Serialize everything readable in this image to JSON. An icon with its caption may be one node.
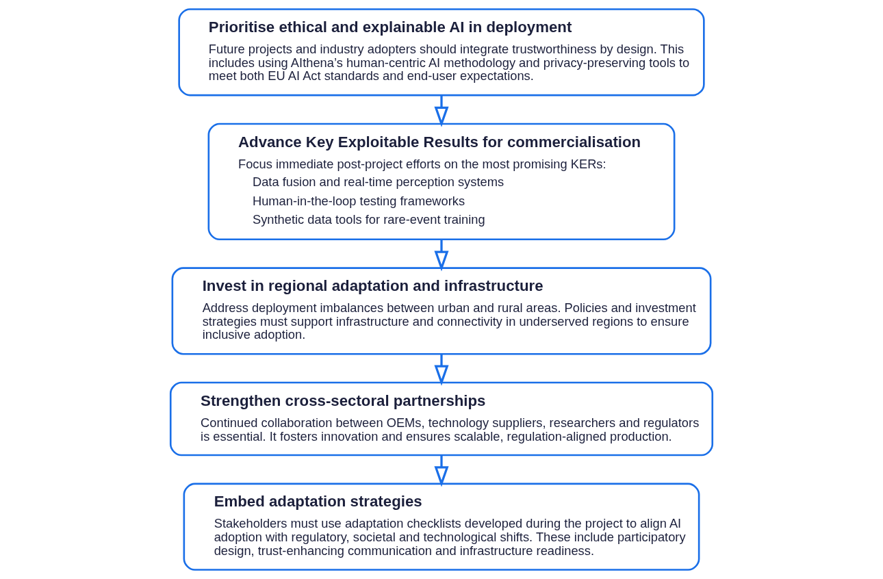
{
  "diagram": {
    "nodes": [
      {
        "text": [
          "Prioritise ethical and explainable AI in deployment",
          "Future projects and industry adopters should integrate trustworthiness by design. This includes using AIthena’s human-centric AI methodology and privacy-preserving tools to meet both EU AI Act standards and end-user expectations."
        ]
      },
      {
        "text": [
          "Advance Key Exploitable Results for commercialisation",
          "Focus immediate post-project efforts on the most promising KERs:",
          "Data fusion and real-time perception systems",
          "Human-in-the-loop testing frameworks",
          "Synthetic data tools for rare-event training"
        ]
      },
      {
        "text": [
          "Invest in regional adaptation and infrastructure",
          "Address deployment imbalances between urban and rural areas. Policies and investment strategies must support infrastructure and connectivity in underserved regions to ensure inclusive adoption."
        ]
      },
      {
        "text": [
          "Strengthen cross-sectoral partnerships",
          "Continued collaboration between OEMs, technology suppliers, researchers and regulators is essential. It fosters innovation and ensures scalable, regulation-aligned production."
        ]
      },
      {
        "text": [
          "Embed adaptation strategies",
          "Stakeholders must use adaptation checklists developed during the project to align AI adoption with regulatory, societal and technological shifts. These include participatory design, trust-enhancing communication and infrastructure readiness."
        ]
      }
    ],
    "edges": [
      {
        "from": 0,
        "to": 1,
        "arrow": "to"
      },
      {
        "from": 1,
        "to": 2,
        "arrow": "to"
      },
      {
        "from": 2,
        "to": 3,
        "arrow": "to"
      },
      {
        "from": 3,
        "to": 4,
        "arrow": "to"
      }
    ]
  }
}
